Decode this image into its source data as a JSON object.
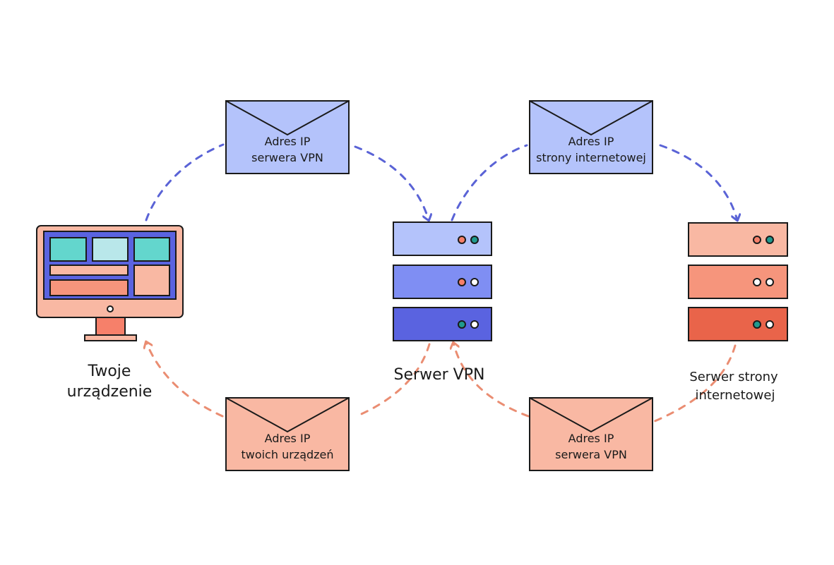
{
  "colors": {
    "outgoing": "#5a63d6",
    "incoming": "#ea8d72",
    "ink": "#1a1a1a",
    "envelope_blue": "#b4c3fb",
    "envelope_salmon": "#f9b8a3",
    "monitor_frame": "#f9b8a3",
    "monitor_screen": "#5a63e0",
    "tile_teal": "#63d6cd",
    "tile_light": "#b9e7ea",
    "tile_salmon": "#f9b8a3",
    "tile_coral": "#f6957c",
    "monitor_stand": "#f6806a",
    "vpn_unit_1": "#b4c3fb",
    "vpn_unit_2": "#7f8ef3",
    "vpn_unit_3": "#5a63e0",
    "web_unit_1": "#f9b8a3",
    "web_unit_2": "#f6957c",
    "web_unit_3": "#e9644a",
    "led_orange": "#f6806a",
    "led_teal": "#1f9a8e",
    "led_white": "#ffffff"
  },
  "labels": {
    "device": [
      "Twoje",
      "urządzenie"
    ],
    "vpn_server": "Serwer VPN",
    "web_server": [
      "Serwer strony",
      "internetowej"
    ]
  },
  "envelopes": {
    "to_vpn": [
      "Adres IP",
      "serwera VPN"
    ],
    "to_website": [
      "Adres IP",
      "strony internetowej"
    ],
    "to_device": [
      "Adres IP",
      "twoich urządzeń"
    ],
    "from_website": [
      "Adres IP",
      "serwera VPN"
    ]
  },
  "icons": {
    "device": "desktop-monitor-icon",
    "vpn_server": "server-rack-icon",
    "web_server": "server-rack-icon",
    "envelope": "envelope-icon",
    "arrowhead": "arrowhead-icon"
  }
}
